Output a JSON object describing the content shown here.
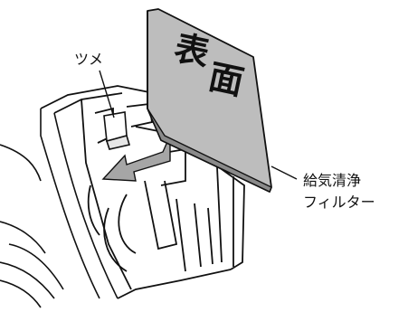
{
  "labels": {
    "tab": "ツメ",
    "filter_line1": "給気清浄",
    "filter_line2": "フィルター",
    "face_char1": "表",
    "face_char2": "面"
  },
  "colors": {
    "ink": "#111111",
    "panel": "#bdbdbd",
    "panel_edge": "#8a8a8a",
    "arrow": "#a6a6a6"
  }
}
